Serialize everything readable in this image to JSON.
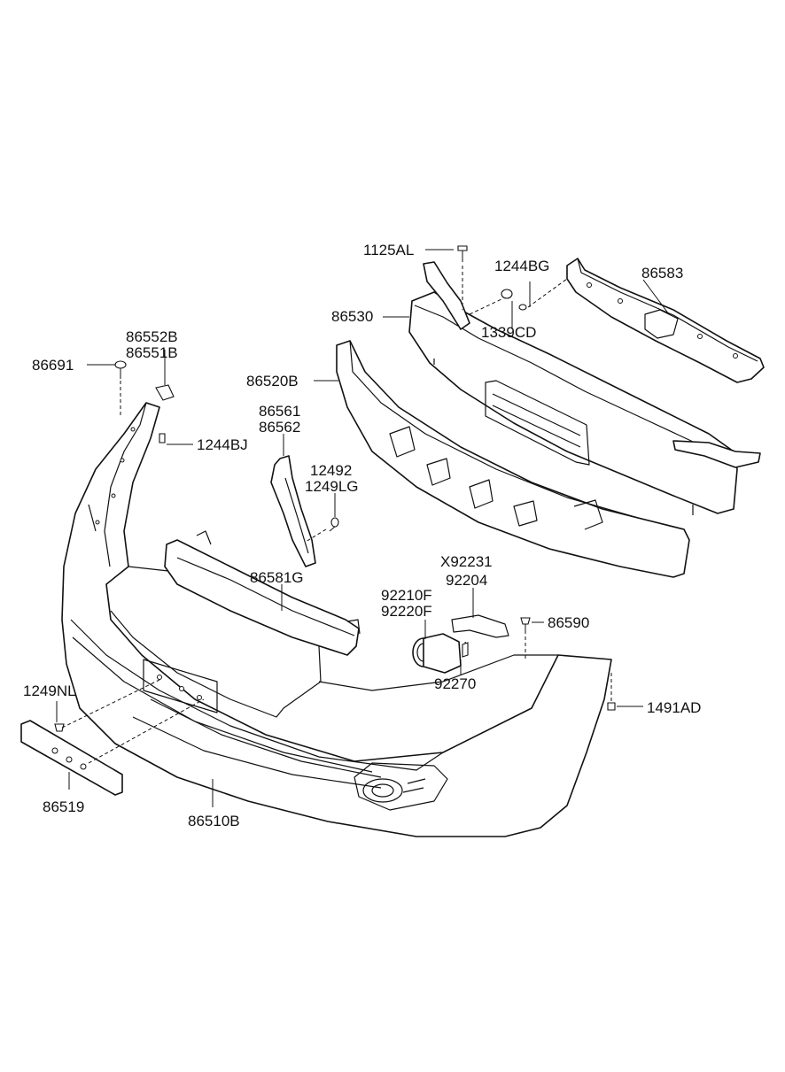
{
  "parts": {
    "p1125AL": "1125AL",
    "p1244BG": "1244BG",
    "p86583": "86583",
    "p86530": "86530",
    "p1339CD": "1339CD",
    "p86552B": "86552B",
    "p86551B": "86551B",
    "p86691": "86691",
    "p86520B": "86520B",
    "p86561": "86561",
    "p86562": "86562",
    "p1244BJ": "1244BJ",
    "p12492": "12492",
    "p1249LG": "1249LG",
    "pX92231": "X92231",
    "p92204": "92204",
    "p86581G": "86581G",
    "p92210F": "92210F",
    "p92220F": "92220F",
    "p86590": "86590",
    "p92270": "92270",
    "p1249NL": "1249NL",
    "p1491AD": "1491AD",
    "p86519": "86519",
    "p86510B": "86510B"
  }
}
